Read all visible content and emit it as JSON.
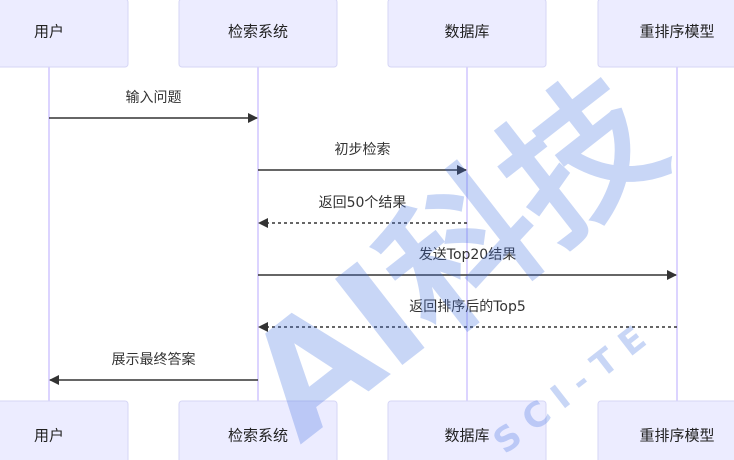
{
  "participants": [
    {
      "id": "user",
      "label": "用户"
    },
    {
      "id": "retrieval",
      "label": "检索系统"
    },
    {
      "id": "db",
      "label": "数据库"
    },
    {
      "id": "reranker",
      "label": "重排序模型"
    }
  ],
  "messages": [
    {
      "from": "user",
      "to": "retrieval",
      "label": "输入问题",
      "style": "solid"
    },
    {
      "from": "retrieval",
      "to": "db",
      "label": "初步检索",
      "style": "solid"
    },
    {
      "from": "db",
      "to": "retrieval",
      "label": "返回50个结果",
      "style": "dashed"
    },
    {
      "from": "retrieval",
      "to": "reranker",
      "label": "发送Top20结果",
      "style": "solid"
    },
    {
      "from": "reranker",
      "to": "retrieval",
      "label": "返回排序后的Top5",
      "style": "dashed"
    },
    {
      "from": "retrieval",
      "to": "user",
      "label": "展示最终答案",
      "style": "solid"
    }
  ],
  "watermark": {
    "text": "AI科技",
    "subtext": "S C I - T E"
  }
}
